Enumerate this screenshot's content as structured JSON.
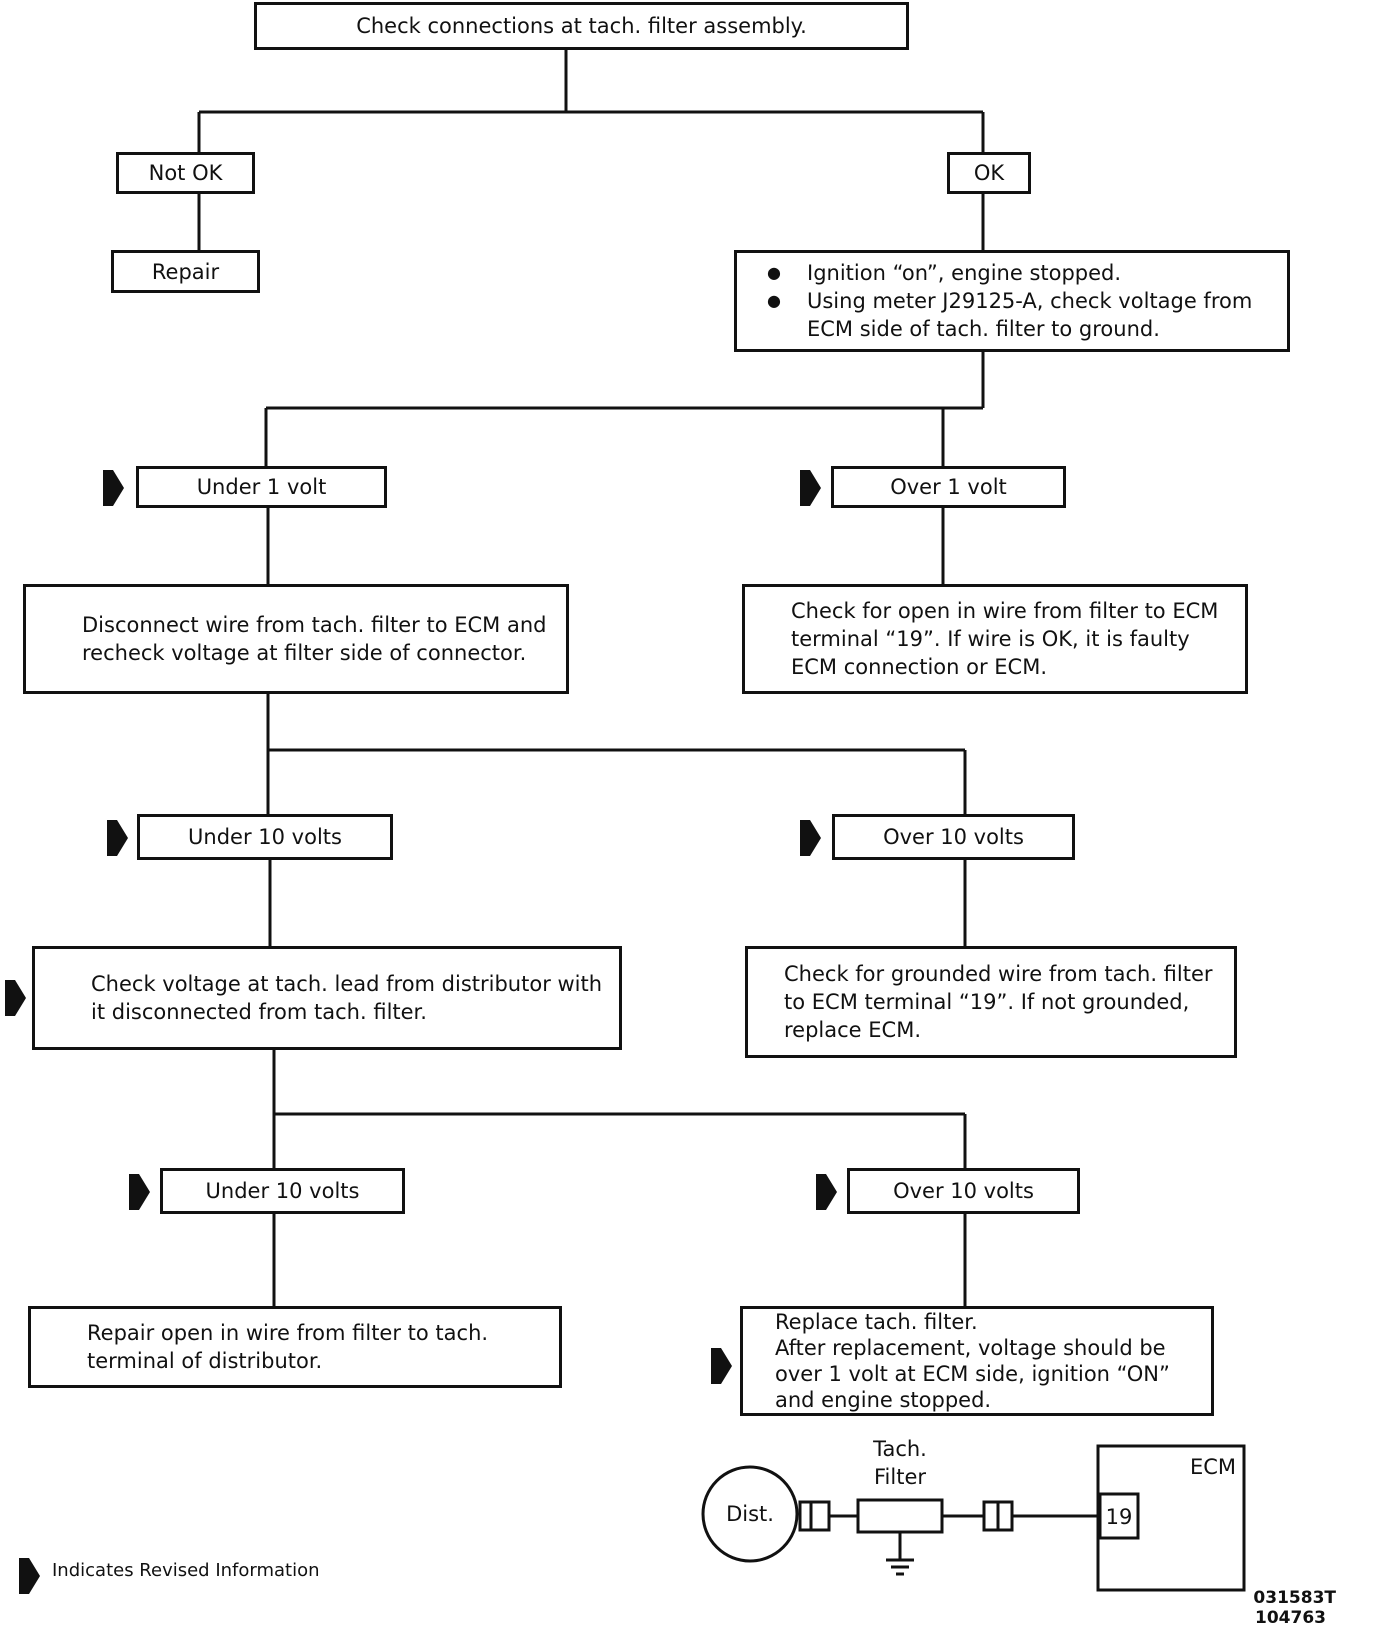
{
  "flowchart": {
    "start": "Check connections at tach. filter assembly.",
    "not_ok": "Not OK",
    "repair": "Repair",
    "ok": "OK",
    "ignition_steps": [
      "Ignition “on”, engine stopped.",
      "Using meter J29125-A, check voltage from ECM side of tach. filter to ground."
    ],
    "under_1_volt": "Under 1 volt",
    "over_1_volt": "Over 1 volt",
    "disconnect_step": "Disconnect wire from tach. filter to ECM and recheck voltage at filter side of connector.",
    "check_open_step": "Check for open in wire from filter to ECM terminal “19”. If wire is OK, it is faulty ECM connection or ECM.",
    "under_10_volts_a": "Under 10 volts",
    "over_10_volts_a": "Over 10 volts",
    "check_voltage_step": "Check voltage at tach. lead from distributor with it disconnected from tach. filter.",
    "check_grounded_step": "Check for grounded wire from tach. filter to ECM terminal “19”. If not grounded, replace ECM.",
    "under_10_volts_b": "Under 10 volts",
    "over_10_volts_b": "Over 10 volts",
    "repair_open_step": "Repair open in wire from filter to tach. terminal of distributor.",
    "replace_filter_lines": [
      "Replace tach. filter.",
      "After replacement, voltage should be over 1 volt at ECM side, ignition “ON” and engine stopped."
    ]
  },
  "circuit": {
    "dist": "Dist.",
    "tach_filter_line1": "Tach.",
    "tach_filter_line2": "Filter",
    "ecm": "ECM",
    "terminal": "19"
  },
  "legend": "Indicates Revised Information",
  "figure_codes": [
    "031583T",
    "104763"
  ]
}
